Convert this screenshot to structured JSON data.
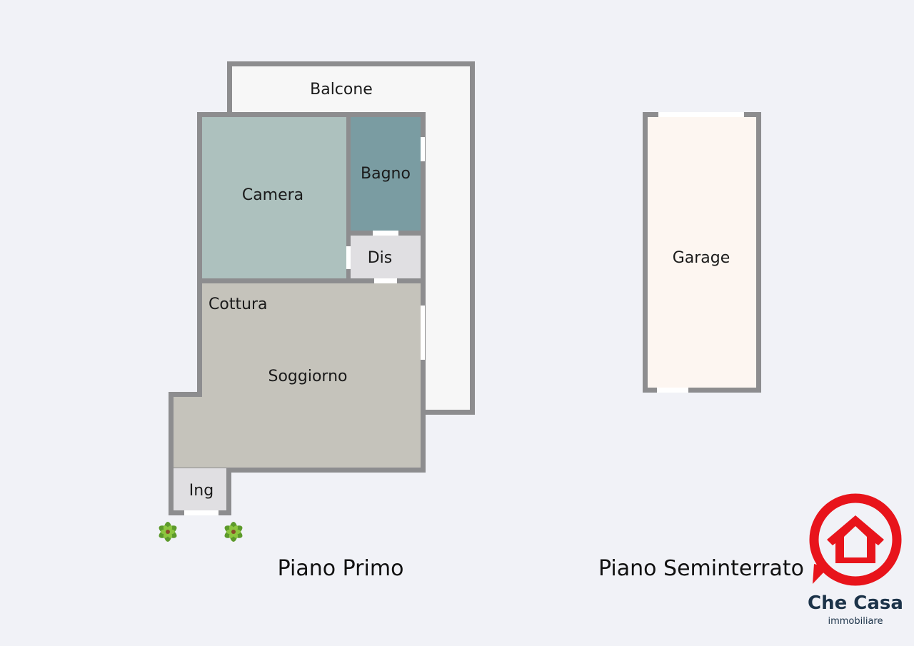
{
  "floors": [
    {
      "caption": "Piano Primo",
      "rooms": [
        {
          "name": "Balcone",
          "color": "#f7f7f7"
        },
        {
          "name": "Camera",
          "color": "#adc1be"
        },
        {
          "name": "Bagno",
          "color": "#7a9ca2"
        },
        {
          "name": "Dis",
          "color": "#e0dfe2"
        },
        {
          "name": "Cottura",
          "color": "#c5c3bb"
        },
        {
          "name": "Soggiorno",
          "color": "#c5c3bb"
        },
        {
          "name": "Ing",
          "color": "#e0dfe2"
        }
      ]
    },
    {
      "caption": "Piano Seminterrato",
      "rooms": [
        {
          "name": "Garage",
          "color": "#fdf6f1"
        }
      ]
    }
  ],
  "logo": {
    "brand": "Che Casa",
    "tagline": "immobiliare",
    "color": "#e8141b",
    "text_color": "#1c3349"
  }
}
